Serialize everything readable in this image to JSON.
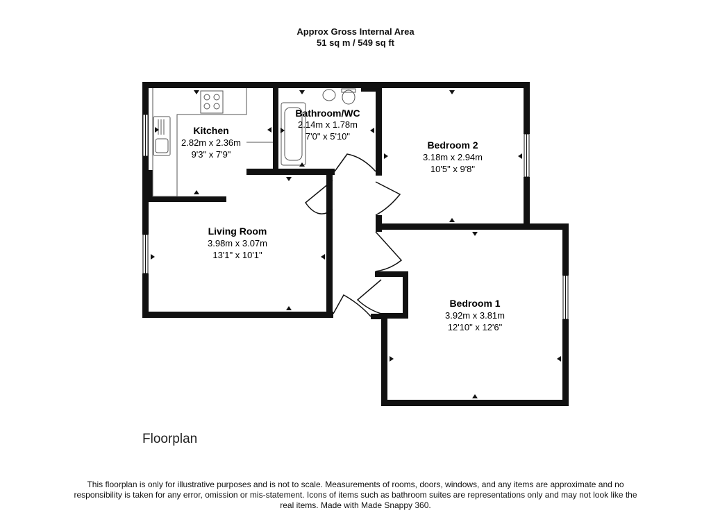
{
  "header": {
    "title": "Approx Gross Internal Area",
    "area": "51 sq m / 549 sq ft"
  },
  "rooms": {
    "kitchen": {
      "name": "Kitchen",
      "metric": "2.82m x 2.36m",
      "imperial": "9'3\" x 7'9\""
    },
    "bathroom": {
      "name": "Bathroom/WC",
      "metric": "2.14m x 1.78m",
      "imperial": "7'0\" x 5'10\""
    },
    "bedroom2": {
      "name": "Bedroom 2",
      "metric": "3.18m x 2.94m",
      "imperial": "10'5\" x 9'8\""
    },
    "living": {
      "name": "Living Room",
      "metric": "3.98m x 3.07m",
      "imperial": "13'1\" x 10'1\""
    },
    "bedroom1": {
      "name": "Bedroom 1",
      "metric": "3.92m x 3.81m",
      "imperial": "12'10\" x 12'6\""
    }
  },
  "plan_label": "Floorplan",
  "disclaimer": "This floorplan is only for illustrative purposes and is not to scale. Measurements of rooms, doors, windows, and any items are approximate and no responsibility is taken for any error, omission or mis-statement. Icons of items such as bathroom suites are representations only and may not look like the real items. Made with Made Snappy 360.",
  "colors": {
    "wall": "#111111",
    "fixture": "#555555",
    "background": "#ffffff"
  }
}
